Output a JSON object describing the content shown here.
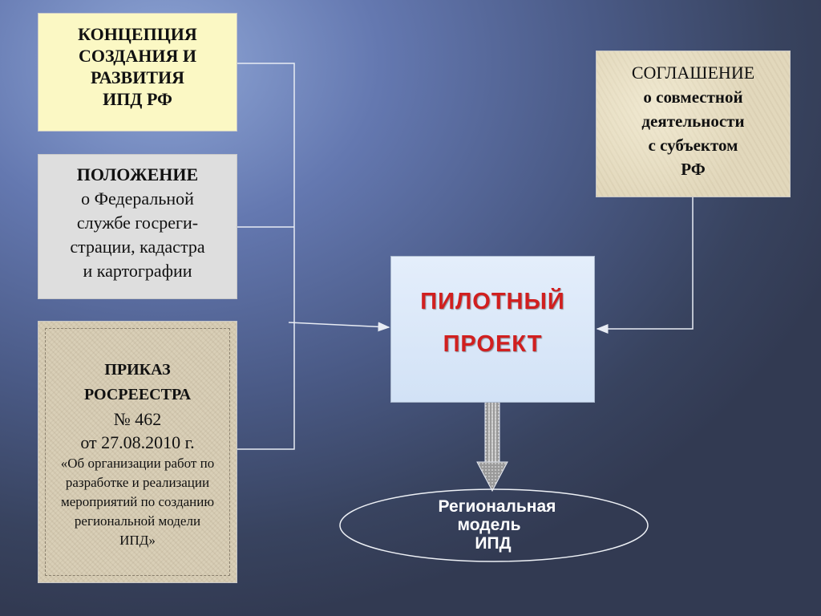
{
  "concept_box": {
    "lines": [
      "КОНЦЕПЦИЯ",
      "СОЗДАНИЯ И",
      "РАЗВИТИЯ",
      "ИПД  РФ"
    ]
  },
  "regulation_box": {
    "title": "ПОЛОЖЕНИЕ",
    "lines": [
      "о Федеральной",
      "службе  госреги-",
      "страции, кадастра",
      "и картографии"
    ]
  },
  "order_box": {
    "title_lines": [
      "ПРИКАЗ",
      "РОСРЕЕСТРА"
    ],
    "number": "№ 462",
    "date": "от 27.08.2010 г.",
    "description_lines": [
      "«Об организации работ по",
      "разработке и реализации",
      "мероприятий по созданию",
      "региональной модели",
      "ИПД»"
    ]
  },
  "agreement_box": {
    "title": "СОГЛАШЕНИЕ",
    "lines": [
      "о совместной",
      "деятельности",
      "с субъектом",
      "РФ"
    ]
  },
  "pilot_box": {
    "lines": [
      "ПИЛОТНЫЙ",
      "ПРОЕКТ"
    ]
  },
  "result_ellipse": {
    "lines": [
      "Региональная",
      "модель",
      "ИПД"
    ]
  },
  "colors": {
    "pilot_text": "#d11f1f",
    "concept_bg": "#fbf8c4",
    "regulation_bg": "#dedede",
    "order_bg": "#d9cfb7",
    "agreement_bg": "#e2d8bc",
    "pilot_bg": "#dce8f8",
    "connector": "#e8ecf4"
  }
}
